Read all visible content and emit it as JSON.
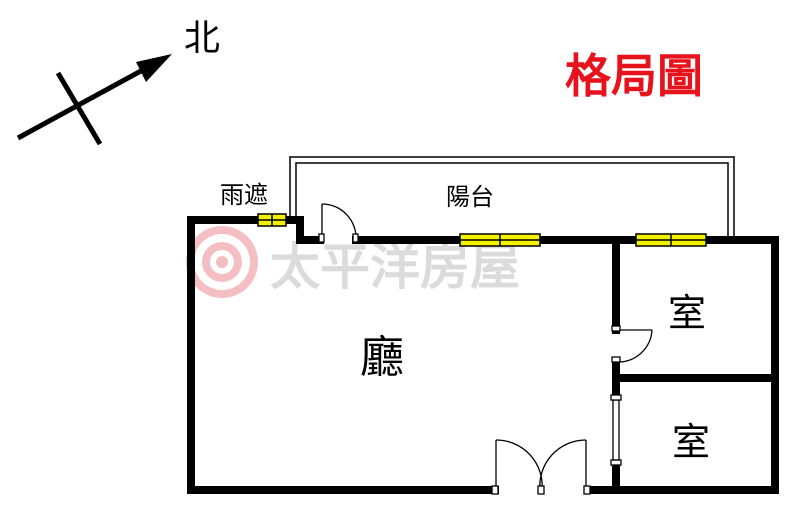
{
  "title": "格局圖",
  "compass": {
    "north_label": "北"
  },
  "rooms": {
    "balcony": "陽台",
    "awning": "雨遮",
    "living_room": "廳",
    "room_upper": "室",
    "room_lower": "室"
  },
  "watermark": {
    "text": "太平洋房屋"
  },
  "colors": {
    "title": "#e8121d",
    "wall": "#000000",
    "window_fill": "#f3f000",
    "watermark": "#cccccc",
    "watermark_logo": "#e24b53"
  }
}
